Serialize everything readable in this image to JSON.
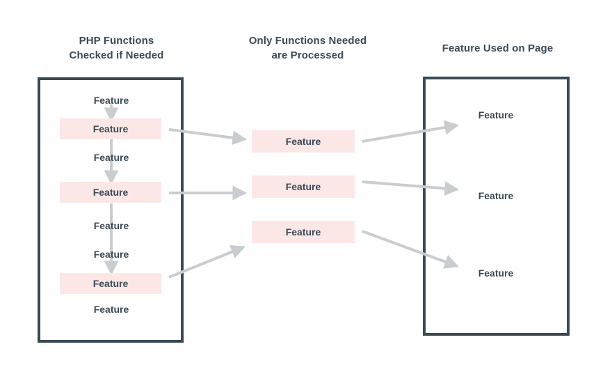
{
  "diagram": {
    "title_bar": "",
    "background_color": "#ffffff",
    "accent_border_color": "#394a54",
    "highlight_box_color": "#fce7e7",
    "text_color": "#3b4a54",
    "arrow_color": "#c9cdd0",
    "columns": [
      {
        "id": "php-functions",
        "title_line1": "PHP Functions",
        "title_line2": "Checked if Needed",
        "has_panel": true,
        "items": [
          {
            "label": "Feature",
            "highlighted": false
          },
          {
            "label": "Feature",
            "highlighted": true
          },
          {
            "label": "Feature",
            "highlighted": false
          },
          {
            "label": "Feature",
            "highlighted": true
          },
          {
            "label": "Feature",
            "highlighted": false
          },
          {
            "label": "Feature",
            "highlighted": false
          },
          {
            "label": "Feature",
            "highlighted": true
          },
          {
            "label": "Feature",
            "highlighted": false
          }
        ]
      },
      {
        "id": "processed-functions",
        "title_line1": "Only Functions Needed",
        "title_line2": "are Processed",
        "has_panel": false,
        "items": [
          {
            "label": "Feature",
            "highlighted": true
          },
          {
            "label": "Feature",
            "highlighted": true
          },
          {
            "label": "Feature",
            "highlighted": true
          }
        ]
      },
      {
        "id": "feature-used-on-page",
        "title_line1": "Feature Used on Page",
        "title_line2": "",
        "has_panel": true,
        "items": [
          {
            "label": "Feature",
            "highlighted": false
          },
          {
            "label": "Feature",
            "highlighted": false
          },
          {
            "label": "Feature",
            "highlighted": false
          }
        ]
      }
    ],
    "flow_arrows": {
      "vertical_count": 3,
      "col1_to_col2_count": 3,
      "col2_to_col3_count": 3
    }
  }
}
